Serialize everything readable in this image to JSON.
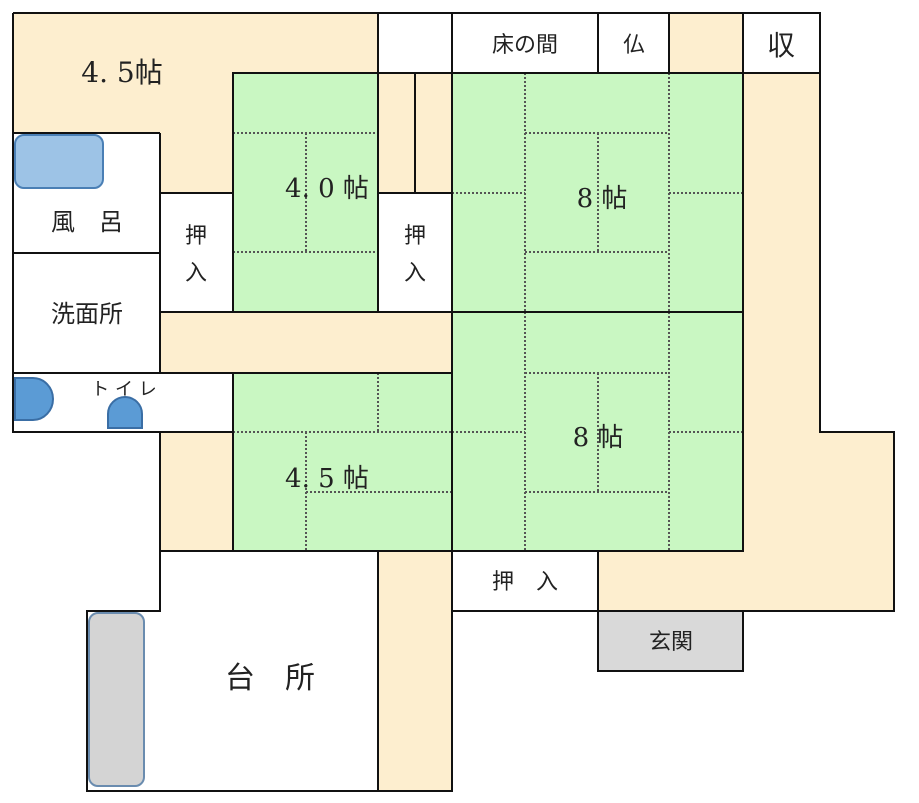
{
  "colors": {
    "wood": "#fdeecf",
    "tatami": "#c9f7c2",
    "white": "#ffffff",
    "line": "#111111",
    "tatami_seam": "#555555",
    "fixture_blue": "#9dc3e6",
    "toilet_blue": "#5b9bd5",
    "sink_gray": "#d4d4d4",
    "genkan_gray": "#d9d9d9"
  },
  "rooms": {
    "room_45_north": "4. 5帖",
    "room_40": "4. 0 帖",
    "room_8_upper": "8 帖",
    "room_8_lower": "8 帖",
    "room_45_south": "4. 5 帖",
    "bath": "風　呂",
    "washroom": "洗面所",
    "toilet": "ト イ レ",
    "kitchen": "台　所",
    "genkan": "玄関",
    "tokonoma": "床の間",
    "butsuma": "仏",
    "storage": "収",
    "closet_west_top": "押",
    "closet_west_bottom": "入",
    "closet_mid_top": "押",
    "closet_mid_bottom": "入",
    "closet_south": "押　入"
  },
  "fixtures": {
    "bathtub": "bathtub-icon",
    "toilet_bowl": "toilet-icon",
    "toilet_tank": "toilet-tank-icon",
    "kitchen_counter": "kitchen-counter-icon"
  }
}
